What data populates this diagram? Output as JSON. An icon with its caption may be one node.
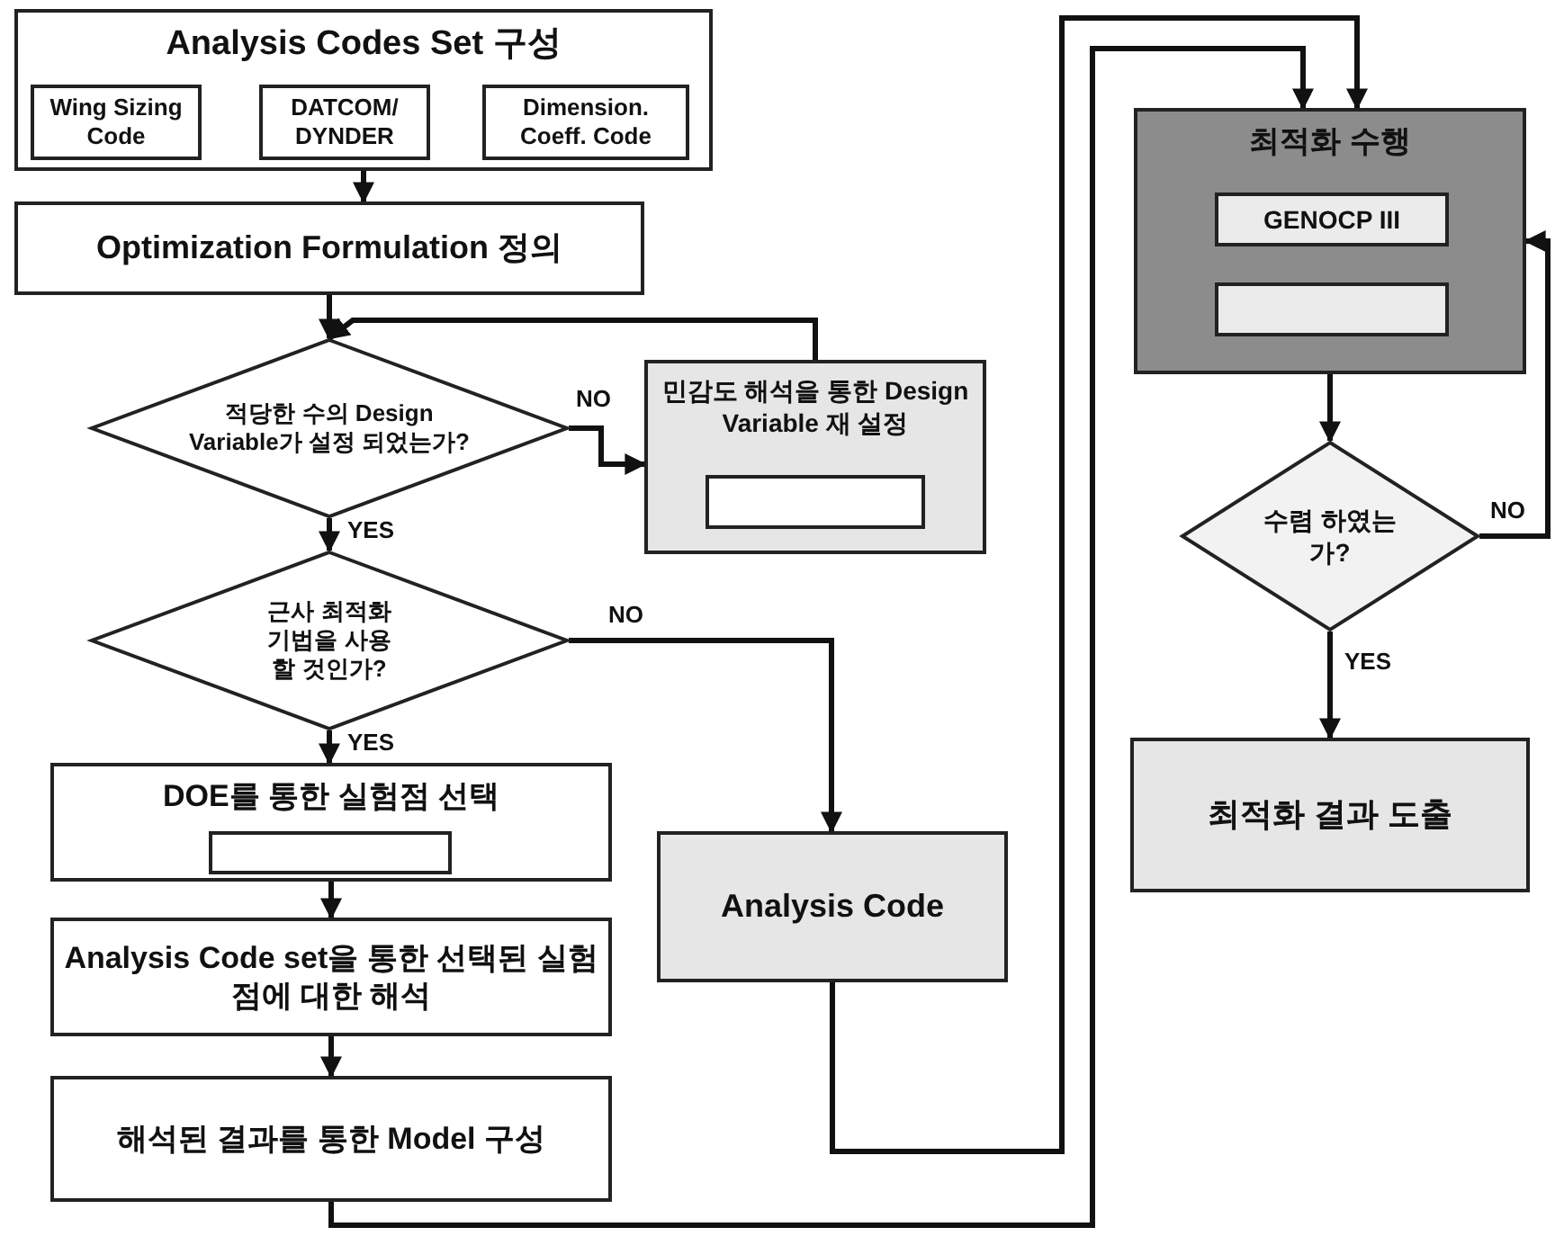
{
  "diagram": {
    "nodes": [
      {
        "text": [
          "Analysis Codes Set 구성"
        ]
      },
      {
        "text": [
          "Wing Sizing Code"
        ],
        "in": 0
      },
      {
        "text": [
          "DATCOM/ DYNDER"
        ],
        "in": 0
      },
      {
        "text": [
          "Dimension. Coeff. Code"
        ],
        "in": 0
      },
      {
        "text": [
          "Optimization Formulation 정의"
        ]
      },
      {
        "text": [
          "적당한 수의 Design Variable가 설정 되었는가?"
        ]
      },
      {
        "text": [
          "민감도 해석을 통한 Design Variable 재 설정"
        ]
      },
      {
        "text": [],
        "shape": "box",
        "in": 6
      },
      {
        "text": [
          "근사 최적화 기법을 사용 할 것인가?"
        ]
      },
      {
        "text": [
          "DOE를 통한 실험점 선택"
        ]
      },
      {
        "text": [],
        "shape": "box",
        "in": 9
      },
      {
        "text": [
          "Analysis Code set을 통한 선택된 실험점에 대한 해석"
        ]
      },
      {
        "text": [
          "해석된 결과를 통한 Model 구성"
        ]
      },
      {
        "text": [
          "Analysis Code"
        ]
      },
      {
        "text": [
          "최적화 수행"
        ]
      },
      {
        "text": [
          "GENOCP III"
        ],
        "in": 14
      },
      {
        "text": [],
        "shape": "box",
        "in": 14
      },
      {
        "text": [
          "수렴 하였는가?"
        ]
      },
      {
        "text": [
          "최적화 결과 도출"
        ]
      }
    ],
    "edges": [
      {
        "from": 0,
        "to": 4,
        "arrow": "to"
      },
      {
        "from": 4,
        "to": 5,
        "arrow": "to"
      },
      {
        "from": 5,
        "to": 6,
        "arrow": "to",
        "label": "NO"
      },
      {
        "from": 6,
        "to": 5,
        "arrow": "to"
      },
      {
        "from": 5,
        "to": 8,
        "arrow": "to",
        "label": "YES"
      },
      {
        "from": 8,
        "to": 13,
        "arrow": "to",
        "label": "NO"
      },
      {
        "from": 8,
        "to": 9,
        "arrow": "to",
        "label": "YES"
      },
      {
        "from": 9,
        "to": 11,
        "arrow": "to"
      },
      {
        "from": 11,
        "to": 12,
        "arrow": "to"
      },
      {
        "from": 12,
        "to": 14,
        "arrow": "to"
      },
      {
        "from": 13,
        "to": 14,
        "arrow": "to"
      },
      {
        "from": 14,
        "to": 17,
        "arrow": "to"
      },
      {
        "from": 17,
        "to": 14,
        "arrow": "to",
        "label": "NO"
      },
      {
        "from": 17,
        "to": 18,
        "arrow": "to",
        "label": "YES"
      }
    ]
  }
}
